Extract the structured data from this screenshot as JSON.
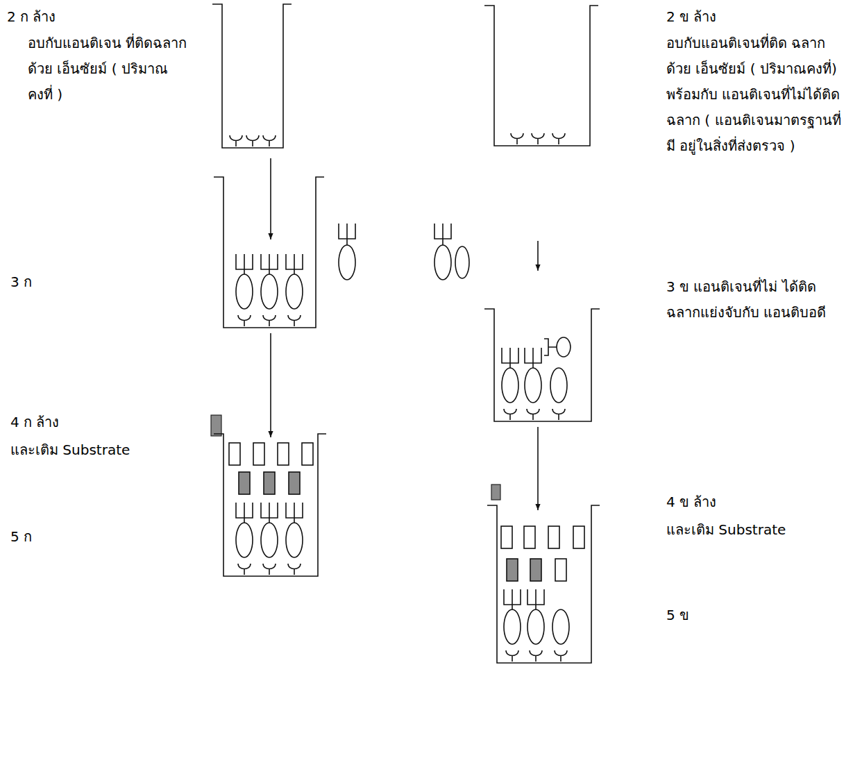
{
  "diagram": {
    "nodes": [
      {
        "text": [
          "2 ก ล้าง",
          "อบกับแอนติเจน ที่ติดฉลากด้วย เอ็นซัยม์ ( ปริมาณคงที่ )"
        ]
      },
      {
        "text": [
          "3 ก"
        ]
      },
      {
        "text": [
          "5 ก"
        ]
      },
      {
        "text": [
          "2 ข ล้าง",
          "อบกับแอนติเจนที่ติด ฉลากด้วย เอ็นซัยม์ ( ปริมาณคงที่) พร้อมกับ แอนติเจนที่ไม่ได้ติด ฉลาก ( แอนติเจนมาตรฐานที่มี อยู่ในสิ่งที่ส่งตรวจ )"
        ]
      },
      {
        "text": [
          "3 ข แอนติเจนที่ไม่ ได้ติดฉลากแย่งจับกับ แอนติบอดี"
        ]
      },
      {
        "text": [
          "5 ข"
        ]
      }
    ],
    "edges": [
      {
        "from": 0,
        "to": 1,
        "arrow": "to"
      },
      {
        "from": 1,
        "to": 2,
        "arrow": "to"
      },
      {
        "from": 3,
        "to": 4,
        "arrow": "to"
      },
      {
        "from": 4,
        "to": 5,
        "arrow": "to"
      }
    ],
    "labels": [
      "4 ก ล้าง",
      "และเติม Substrate",
      "4 ข ล้าง",
      "และเติม Substrate"
    ]
  }
}
